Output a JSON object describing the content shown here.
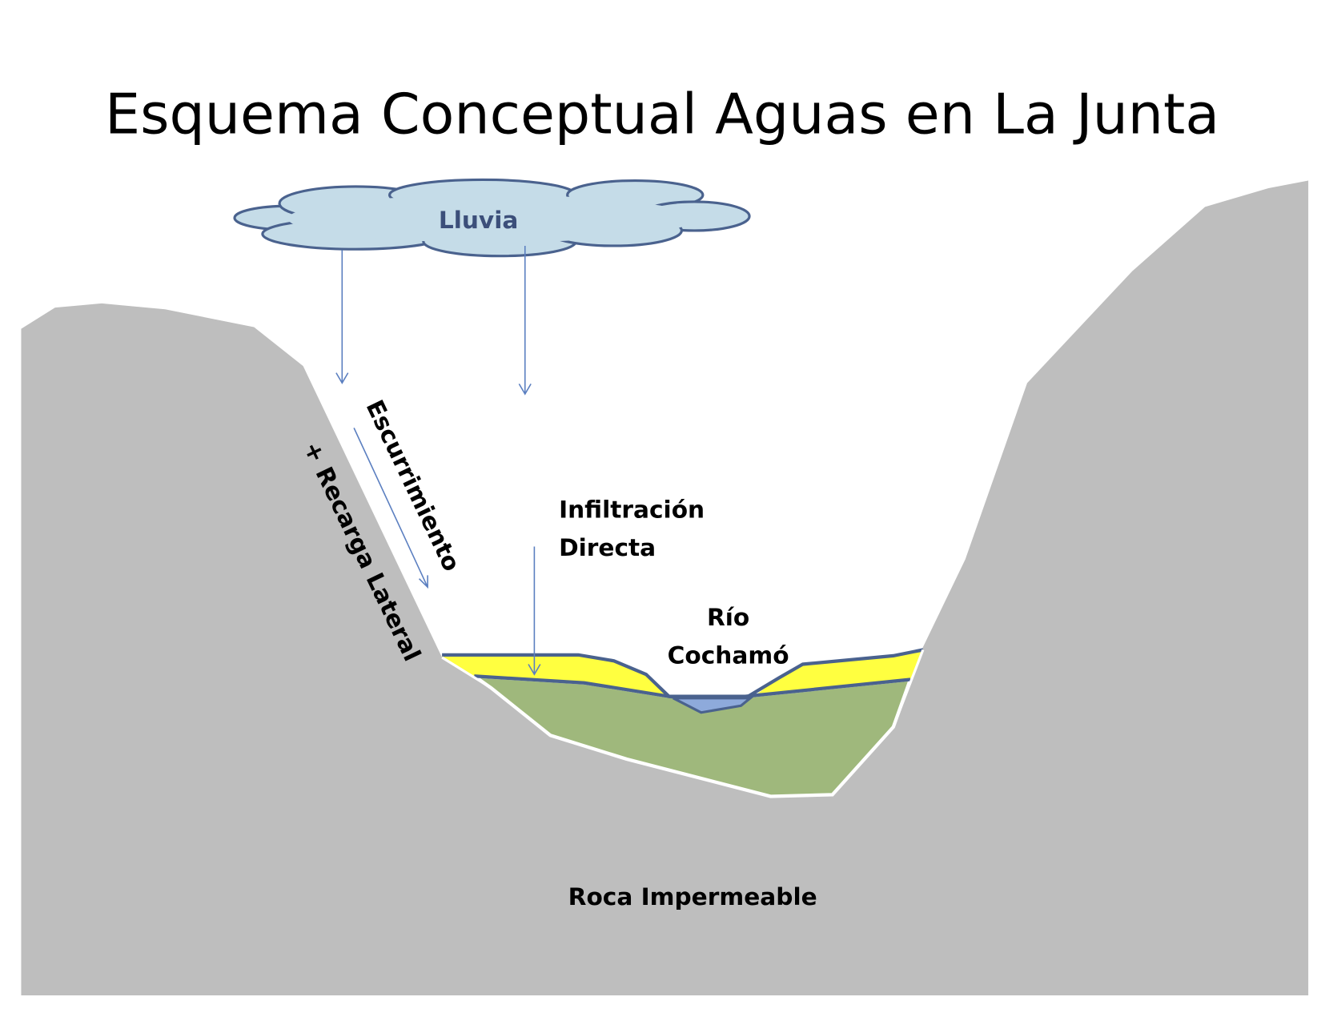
{
  "title": "Esquema Conceptual Aguas en La Junta",
  "labels": {
    "rain": "Lluvia",
    "runoff": "Escurrimiento",
    "lateral_recharge": "+ Recarga Lateral",
    "infiltration_line1": "Infiltración",
    "infiltration_line2": "Directa",
    "river_line1": "Río",
    "river_line2": "Cochamó",
    "bedrock": "Roca Impermeable"
  },
  "colors": {
    "rock": "#bebebe",
    "aquifer": "#9fb87c",
    "unsaturated": "#ffff40",
    "river": "#8eaadb",
    "cloud": "#c5dce8",
    "outline": "#4a628e",
    "arrow": "#5b7fc0"
  }
}
